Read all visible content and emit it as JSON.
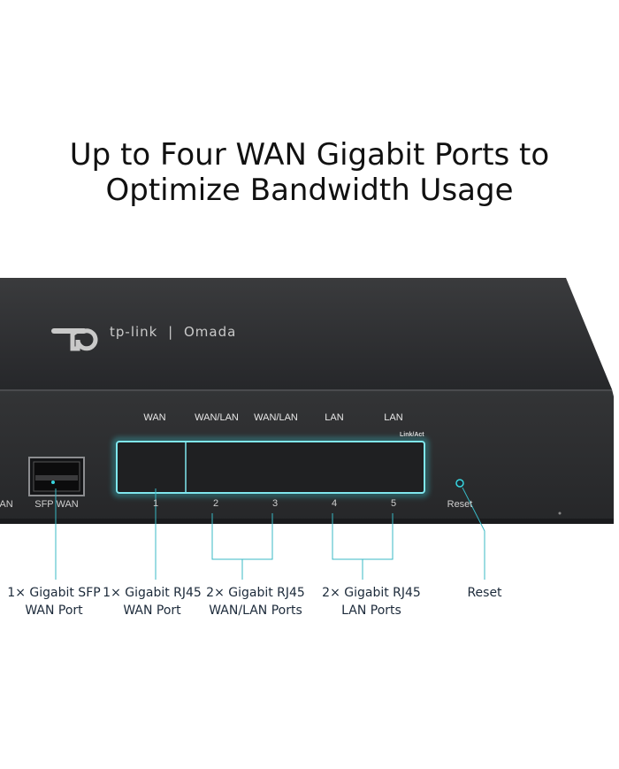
{
  "headline": {
    "line1": "Up to Four WAN Gigabit Ports to",
    "line2": "Optimize Bandwidth Usage"
  },
  "brand": {
    "logo": "tp-link",
    "separator": "|",
    "product_line": "Omada"
  },
  "device": {
    "color": "#2c2d2f",
    "highlight_color": "#38d6e0",
    "port_labels": [
      "WAN",
      "WAN/LAN",
      "WAN/LAN",
      "LAN",
      "LAN"
    ],
    "port_numbers": [
      "1",
      "2",
      "3",
      "4",
      "5"
    ],
    "link_act_label": "Link/Act",
    "sfp_label": "SFP WAN",
    "cut_label": "AN",
    "reset_label": "Reset"
  },
  "callouts": [
    {
      "line1": "1× Gigabit SFP",
      "line2": "WAN Port"
    },
    {
      "line1": "1× Gigabit RJ45",
      "line2": "WAN Port"
    },
    {
      "line1": "2× Gigabit RJ45",
      "line2": "WAN/LAN Ports"
    },
    {
      "line1": "2× Gigabit RJ45",
      "line2": "LAN Ports"
    },
    {
      "line1": "Reset",
      "line2": ""
    }
  ]
}
